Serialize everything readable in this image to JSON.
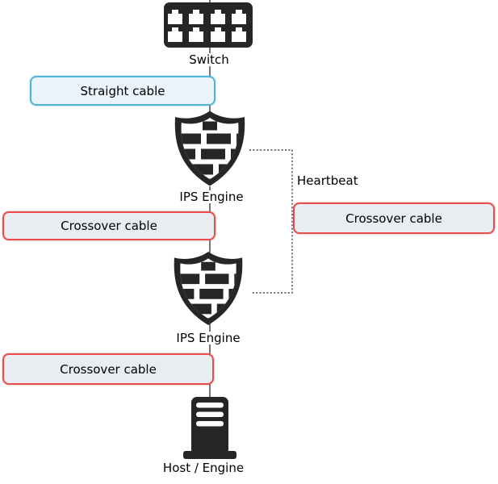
{
  "colors": {
    "icon": "#262626",
    "line": "#1a1a1a",
    "straight_cable_border": "#4eb6d8",
    "straight_cable_fill": "#eaf4fa",
    "crossover_cable_border": "#e64c4c",
    "crossover_cable_fill": "#e8edf2"
  },
  "nodes": {
    "switch": {
      "label": "Switch",
      "icon": "switch-icon"
    },
    "ips_engine_top": {
      "label": "IPS Engine",
      "icon": "firewall-shield-icon"
    },
    "ips_engine_bottom": {
      "label": "IPS Engine",
      "icon": "firewall-shield-icon"
    },
    "host": {
      "label": "Host / Engine",
      "icon": "server-tower-icon"
    }
  },
  "connections": {
    "heartbeat": {
      "label": "Heartbeat",
      "style": "dotted"
    }
  },
  "cable_labels": {
    "straight": {
      "label": "Straight cable"
    },
    "crossover_top_left": {
      "label": "Crossover cable"
    },
    "crossover_right": {
      "label": "Crossover cable"
    },
    "crossover_bottom_left": {
      "label": "Crossover cable"
    }
  }
}
